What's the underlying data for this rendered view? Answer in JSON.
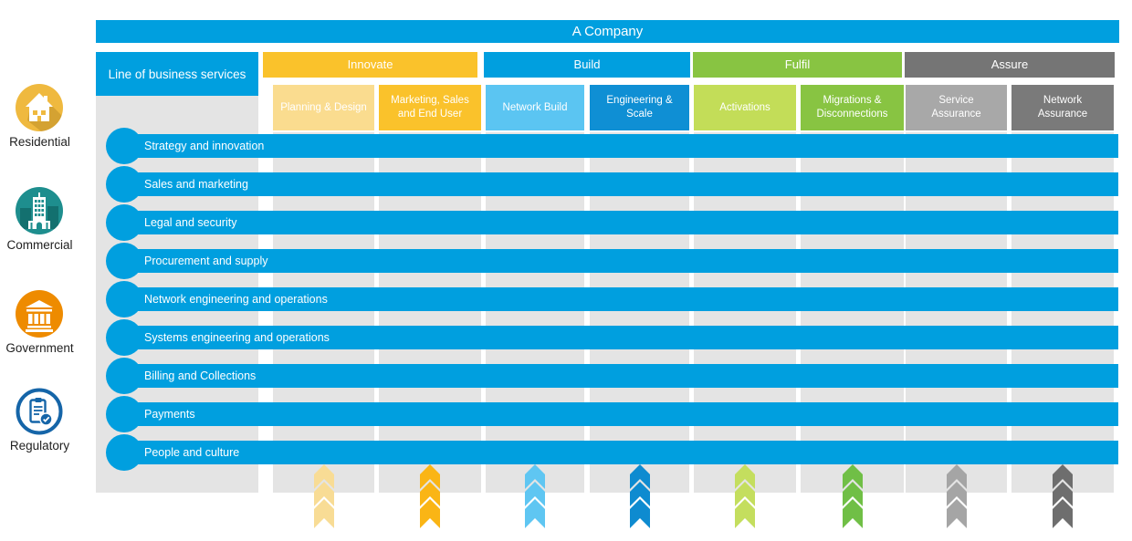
{
  "banner": {
    "title": "A Company"
  },
  "lob": {
    "label": "Line of business services"
  },
  "segments": [
    {
      "label": "Residential",
      "icon": "house-icon",
      "color": "#EFB93F"
    },
    {
      "label": "Commercial",
      "icon": "office-building-icon",
      "color": "#1E8E8E"
    },
    {
      "label": "Government",
      "icon": "government-building-icon",
      "color": "#EE8B00"
    },
    {
      "label": "Regulatory",
      "icon": "clipboard-check-icon",
      "color": "#1565A8"
    }
  ],
  "phases": [
    {
      "label": "Innovate",
      "color": "#FAC22B",
      "columns": [
        {
          "label": "Planning & Design",
          "color": "#FADC8F",
          "chevron_color": "#F8DC95"
        },
        {
          "label": "Marketing, Sales and End User",
          "color": "#FAC22B",
          "chevron_color": "#FAB515"
        }
      ]
    },
    {
      "label": "Build",
      "color": "#009FDF",
      "columns": [
        {
          "label": "Network Build",
          "color": "#5BC5F2",
          "chevron_color": "#5FC6F2"
        },
        {
          "label": "Engineering & Scale",
          "color": "#0F8FD4",
          "chevron_color": "#0E8BD0"
        }
      ]
    },
    {
      "label": "Fulfil",
      "color": "#88C442",
      "columns": [
        {
          "label": "Activations",
          "color": "#C3DD58",
          "chevron_color": "#C4DE5E"
        },
        {
          "label": "Migrations & Disconnections",
          "color": "#88C442",
          "chevron_color": "#70BF46"
        }
      ]
    },
    {
      "label": "Assure",
      "color": "#757575",
      "columns": [
        {
          "label": "Service Assurance",
          "color": "#A8A8A8",
          "chevron_color": "#A5A5A5"
        },
        {
          "label": "Network Assurance",
          "color": "#7A7A7A",
          "chevron_color": "#6E6E6E"
        }
      ]
    }
  ],
  "services": [
    "Strategy and innovation",
    "Sales and marketing",
    "Legal and security",
    "Procurement and supply",
    "Network engineering and operations",
    "Systems engineering and operations",
    "Billing and Collections",
    "Payments",
    "People and culture"
  ],
  "palette": {
    "bar_blue": "#009FDF",
    "column_bg": "#E4E4E4",
    "text_on_color": "#FFFFFF",
    "sidebar_text": "#1F1F1F"
  }
}
